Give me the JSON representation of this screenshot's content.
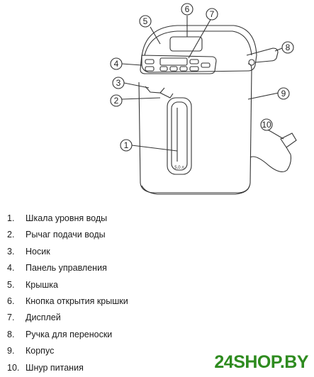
{
  "callouts": [
    "1",
    "2",
    "3",
    "4",
    "5",
    "6",
    "7",
    "8",
    "9",
    "10"
  ],
  "kettle_level_label": "5,0 л",
  "legend": [
    {
      "num": "1.",
      "text": "Шкала уровня воды"
    },
    {
      "num": "2.",
      "text": "Рычаг подачи воды"
    },
    {
      "num": "3.",
      "text": "Носик"
    },
    {
      "num": "4.",
      "text": "Панель управления"
    },
    {
      "num": "5.",
      "text": "Крышка"
    },
    {
      "num": "6.",
      "text": "Кнопка открытия крышки"
    },
    {
      "num": "7.",
      "text": "Дисплей"
    },
    {
      "num": "8.",
      "text": "Ручка для переноски"
    },
    {
      "num": "9.",
      "text": "Корпус"
    },
    {
      "num": "10.",
      "text": "Шнур питания"
    }
  ],
  "brand": {
    "text": "24SHOP.BY",
    "color": "#2e8b1f"
  }
}
